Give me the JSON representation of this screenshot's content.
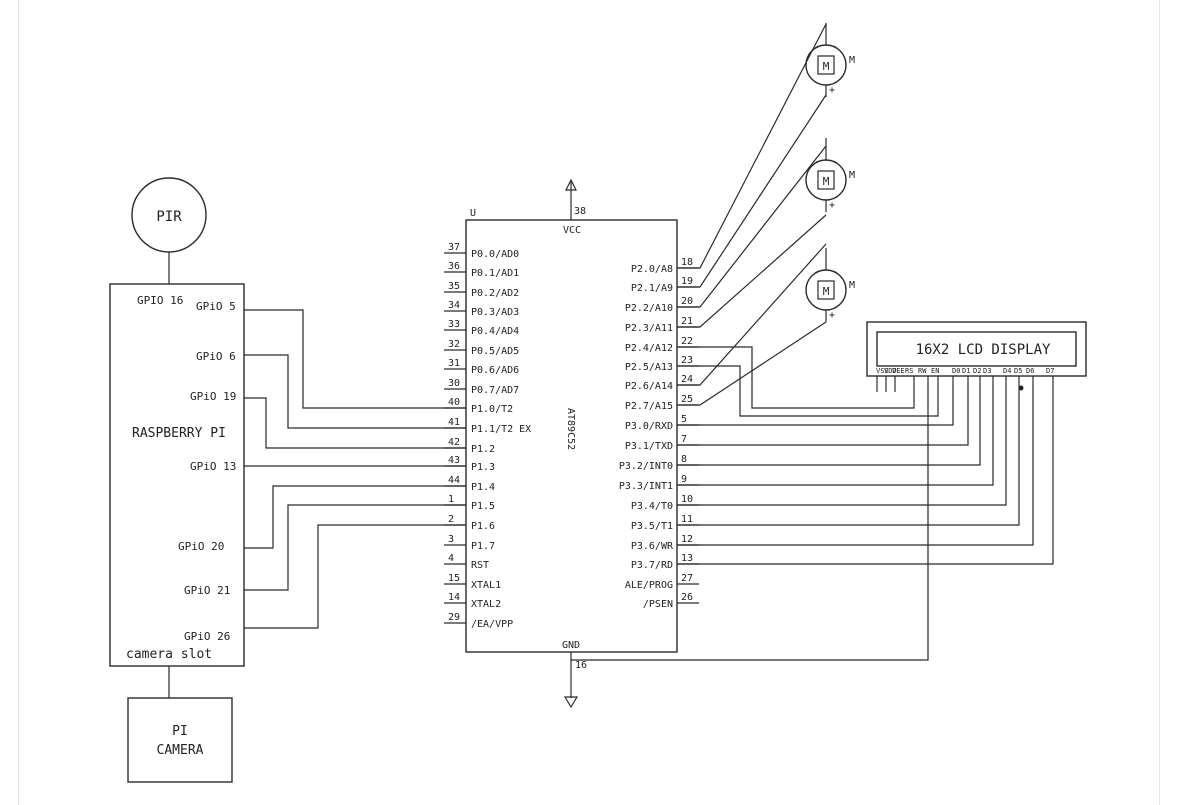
{
  "rpi": {
    "label": "RASPBERRY PI",
    "camera_slot": "camera slot",
    "gpio_top": "GPIO 16",
    "gpios": [
      "GPiO 5",
      "GPiO 6",
      "GPiO 19",
      "GPiO 13",
      "GPiO 20",
      "GPiO 21",
      "GPiO 26"
    ]
  },
  "pir": {
    "label": "PIR"
  },
  "camera": {
    "line1": "PI",
    "line2": "CAMERA"
  },
  "mcu": {
    "part": "AT89C52",
    "vcc": "VCC",
    "vcc_pin": "38",
    "gnd": "GND",
    "gnd_pin": "16",
    "v_label": "U",
    "left_pins": [
      {
        "num": "37",
        "name": "P0.0/AD0"
      },
      {
        "num": "36",
        "name": "P0.1/AD1"
      },
      {
        "num": "35",
        "name": "P0.2/AD2"
      },
      {
        "num": "34",
        "name": "P0.3/AD3"
      },
      {
        "num": "33",
        "name": "P0.4/AD4"
      },
      {
        "num": "32",
        "name": "P0.5/AD5"
      },
      {
        "num": "31",
        "name": "P0.6/AD6"
      },
      {
        "num": "30",
        "name": "P0.7/AD7"
      },
      {
        "num": "40",
        "name": "P1.0/T2"
      },
      {
        "num": "41",
        "name": "P1.1/T2 EX"
      },
      {
        "num": "42",
        "name": "P1.2"
      },
      {
        "num": "43",
        "name": "P1.3"
      },
      {
        "num": "44",
        "name": "P1.4"
      },
      {
        "num": "1",
        "name": "P1.5"
      },
      {
        "num": "2",
        "name": "P1.6"
      },
      {
        "num": "3",
        "name": "P1.7"
      },
      {
        "num": "4",
        "name": "RST"
      },
      {
        "num": "15",
        "name": "XTAL1"
      },
      {
        "num": "14",
        "name": "XTAL2"
      },
      {
        "num": "29",
        "name": "/EA/VPP"
      }
    ],
    "right_pins": [
      {
        "num": "18",
        "name": "P2.0/A8"
      },
      {
        "num": "19",
        "name": "P2.1/A9"
      },
      {
        "num": "20",
        "name": "P2.2/A10"
      },
      {
        "num": "21",
        "name": "P2.3/A11"
      },
      {
        "num": "22",
        "name": "P2.4/A12"
      },
      {
        "num": "23",
        "name": "P2.5/A13"
      },
      {
        "num": "24",
        "name": "P2.6/A14"
      },
      {
        "num": "25",
        "name": "P2.7/A15"
      },
      {
        "num": "5",
        "name": "P3.0/RXD"
      },
      {
        "num": "7",
        "name": "P3.1/TXD"
      },
      {
        "num": "8",
        "name": "P3.2/INT0"
      },
      {
        "num": "9",
        "name": "P3.3/INT1"
      },
      {
        "num": "10",
        "name": "P3.4/T0"
      },
      {
        "num": "11",
        "name": "P3.5/T1"
      },
      {
        "num": "12",
        "name": "P3.6/WR"
      },
      {
        "num": "13",
        "name": "P3.7/RD"
      },
      {
        "num": "27",
        "name": "ALE/PROG"
      },
      {
        "num": "26",
        "name": "/PSEN"
      }
    ]
  },
  "motors": [
    {
      "symbol": "M",
      "tag": "M",
      "plus": "+"
    },
    {
      "symbol": "M",
      "tag": "M",
      "plus": "+"
    },
    {
      "symbol": "M",
      "tag": "M",
      "plus": "+"
    }
  ],
  "lcd": {
    "label": "16X2 LCD DISPLAY",
    "pins": [
      "VSS",
      "VDD",
      "VEE",
      "RS",
      "RW",
      "EN",
      "D0",
      "D1",
      "D2",
      "D3",
      "D4",
      "D5",
      "D6",
      "D7"
    ]
  }
}
